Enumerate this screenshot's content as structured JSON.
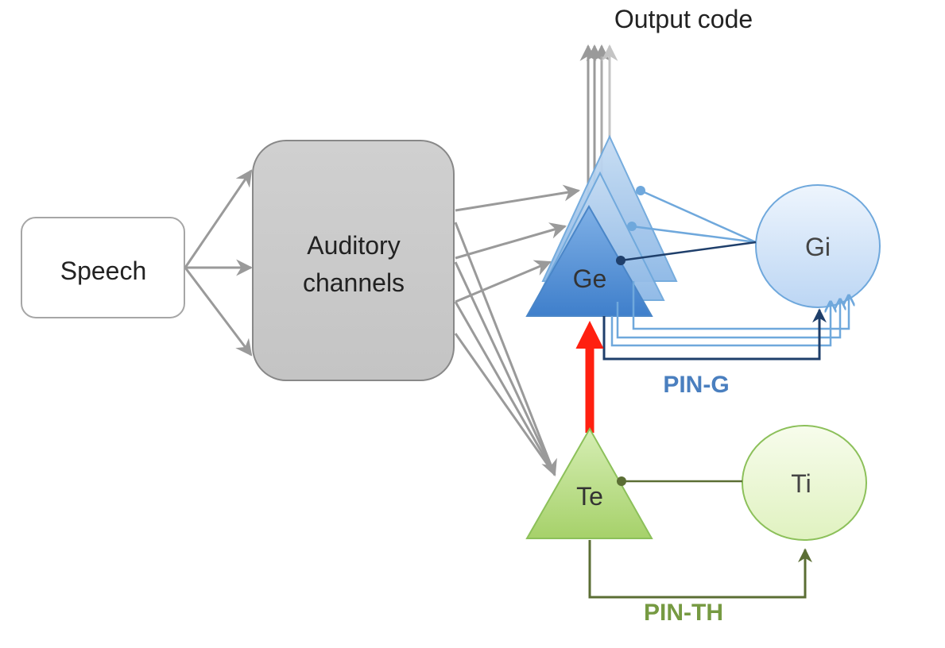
{
  "output_label": "Output code",
  "speech_label": "Speech",
  "auditory_line1": "Auditory",
  "auditory_line2": "channels",
  "ge_label": "Ge",
  "gi_label": "Gi",
  "te_label": "Te",
  "ti_label": "Ti",
  "pin_g_label": "PIN-G",
  "pin_th_label": "PIN-TH",
  "colors": {
    "gray_arrow": "#999999",
    "blue_light": "#6fa8dc",
    "blue_mid": "#4a86c8",
    "blue_dark": "#1f3f6b",
    "blue_label": "#4a7fbf",
    "green_dark": "#5b6e34",
    "green_label": "#769a42",
    "red": "#ff2010",
    "box_gray": "#cccccc"
  }
}
